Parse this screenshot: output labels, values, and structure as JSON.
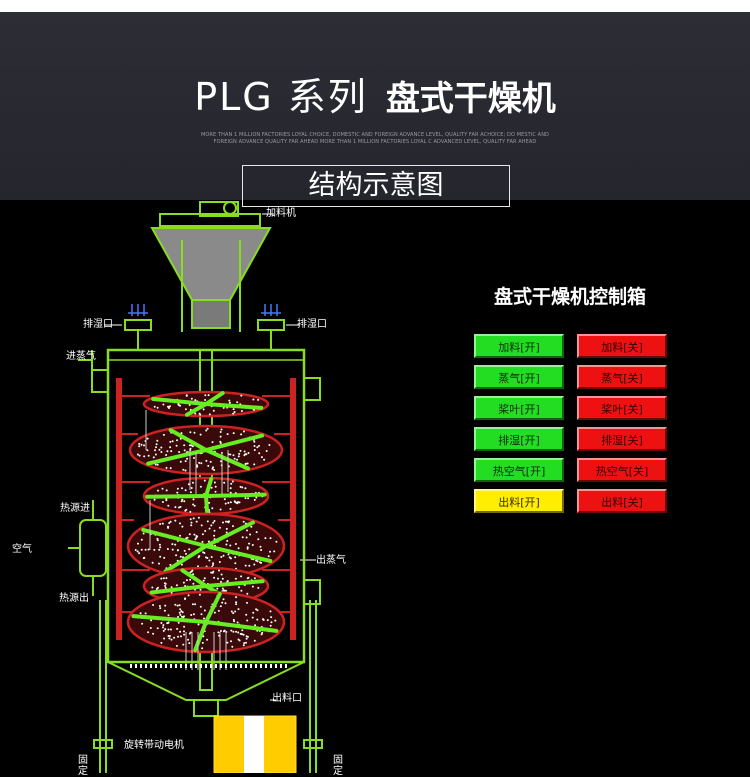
{
  "header": {
    "title_prefix": "PLG 系列",
    "title_main": "盘式干燥机",
    "tagline": "MORE THAN 1 MILLION FACTORIES LOYAL CHOICE, DOMESTIC AND FOREIGN ADVANCE LEVEL, QUALITY FAR ACHOICE; DO MESTIC AND FOREIGN ADVANCE QUALITY FAR AHEAD MORE THAN 1 MILLION FACTORIES LOYAL C ADVANCED LEVEL, QUALITY FAR AHEAD",
    "section": "结构示意图"
  },
  "labels": {
    "feeder": "加料机",
    "exhaust_left": "排湿口",
    "exhaust_right": "排湿口",
    "steam_in": "进蒸气",
    "heat_in": "热源进",
    "air": "空气",
    "heat_out": "热源出",
    "steam_out": "出蒸气",
    "discharge": "出料口",
    "motor": "旋转带动电机",
    "base_left": "固定",
    "base_right": "固定"
  },
  "control_panel": {
    "title": "盘式干燥机控制箱",
    "rows": [
      {
        "on": "加料[开]",
        "off": "加料[关]"
      },
      {
        "on": "蒸气[开]",
        "off": "蒸气[关]"
      },
      {
        "on": "桨叶[开]",
        "off": "桨叶[关]"
      },
      {
        "on": "排湿[开]",
        "off": "排湿[关]"
      },
      {
        "on": "热空气[开]",
        "off": "热空气[关]"
      },
      {
        "on": "出料[开]",
        "off": "出料[关]"
      }
    ]
  },
  "colors": {
    "outline": "#88dd22",
    "tray_fill": "#3a0a0a",
    "tray_rim": "#cc2222",
    "blade": "#66ee22",
    "speckle": "#ffffff",
    "heater": "#cc2222",
    "motor": "#ffcc00",
    "btn_on": "#22dd22",
    "btn_off": "#ee1111",
    "btn_warn": "#ffee00"
  }
}
